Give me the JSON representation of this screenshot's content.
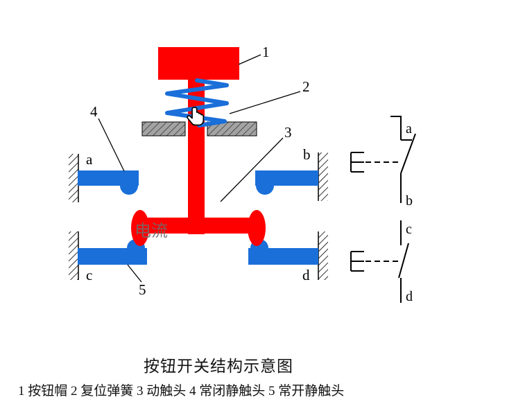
{
  "diagram": {
    "title": "按钮开关结构示意图",
    "caption": "1 按钮帽 2 复位弹簧 3 动触头 4 常闭静触头  5 常开静触头",
    "current_label": "电流",
    "part_labels": {
      "cap": "1",
      "spring": "2",
      "plunger": "3",
      "nc_static_contact": "4",
      "no_static_contact": "5"
    },
    "terminals": {
      "a": "a",
      "b": "b",
      "c": "c",
      "d": "d"
    },
    "symbols": {
      "nc_top": "a",
      "nc_bottom": "b",
      "no_top": "c",
      "no_bottom": "d"
    },
    "colors": {
      "part_red": "#ff0000",
      "contact_blue": "#1a6fd9",
      "block_gray": "#a3a3a3",
      "current_text_gray": "#6e6e6e"
    }
  }
}
